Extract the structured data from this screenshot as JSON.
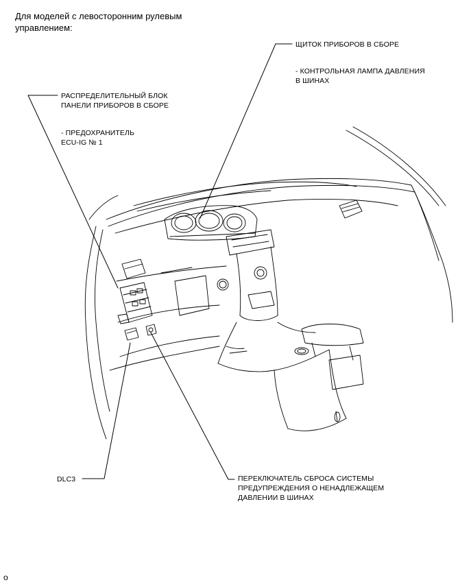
{
  "heading": {
    "line1": "Для моделей с левосторонним рулевым",
    "line2": "управлением:"
  },
  "callouts": {
    "meter": {
      "title": "ЩИТОК ПРИБОРОВ В СБОРЕ",
      "sub1": "- КОНТРОЛЬНАЯ ЛАМПА ДАВЛЕНИЯ",
      "sub2": "В ШИНАХ"
    },
    "junction_block": {
      "title1": "РАСПРЕДЕЛИТЕЛЬНЫЙ БЛОК",
      "title2": "ПАНЕЛИ ПРИБОРОВ В СБОРЕ",
      "sub1": "- ПРЕДОХРАНИТЕЛЬ",
      "sub2": "ECU-IG № 1"
    },
    "dlc3": {
      "title": "DLC3"
    },
    "reset_switch": {
      "line1": "ПЕРЕКЛЮЧАТЕЛЬ СБРОСА СИСТЕМЫ",
      "line2": "ПРЕДУПРЕЖДЕНИЯ О НЕНАДЛЕЖАЩЕМ",
      "line3": "ДАВЛЕНИИ В ШИНАХ"
    }
  },
  "footer": {
    "code": "o"
  }
}
